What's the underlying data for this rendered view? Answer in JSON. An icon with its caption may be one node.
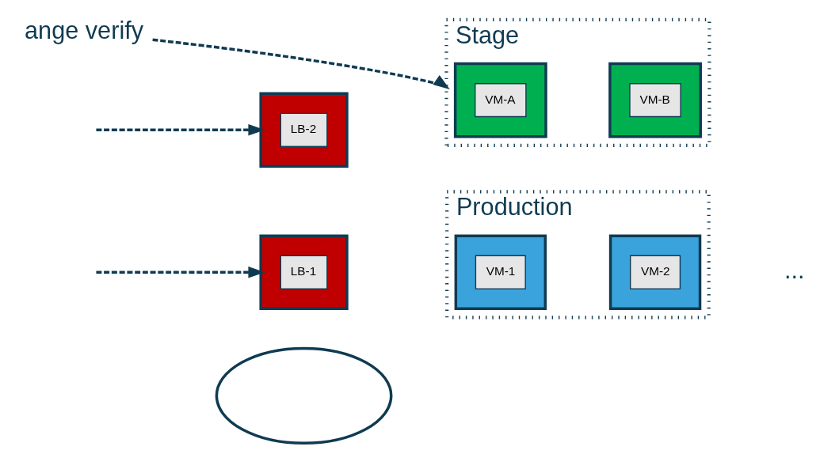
{
  "diagram": {
    "nodes": [
      {
        "text": [],
        "shape": "cloud"
      },
      {
        "text": [
          "Production"
        ]
      },
      {
        "text": [
          "VM-1"
        ],
        "in": 1
      },
      {
        "text": [
          "VM-2"
        ],
        "in": 1
      },
      {
        "text": [
          "LB-1"
        ]
      },
      {
        "text": [
          "LB-2"
        ]
      },
      {
        "text": [
          "Stage"
        ]
      },
      {
        "text": [
          "VM-A"
        ],
        "in": 6
      },
      {
        "text": [
          "VM-B"
        ],
        "in": 6
      },
      {
        "text": [
          "ange verify"
        ]
      }
    ],
    "edges": [
      {
        "from": null,
        "to": 4,
        "arrow": "to",
        "style": "dashed"
      },
      {
        "from": null,
        "to": 5,
        "arrow": "to",
        "style": "dashed"
      },
      {
        "from": 9,
        "to": 6,
        "arrow": "to",
        "style": "dashed"
      }
    ],
    "labels": [
      "..."
    ]
  }
}
